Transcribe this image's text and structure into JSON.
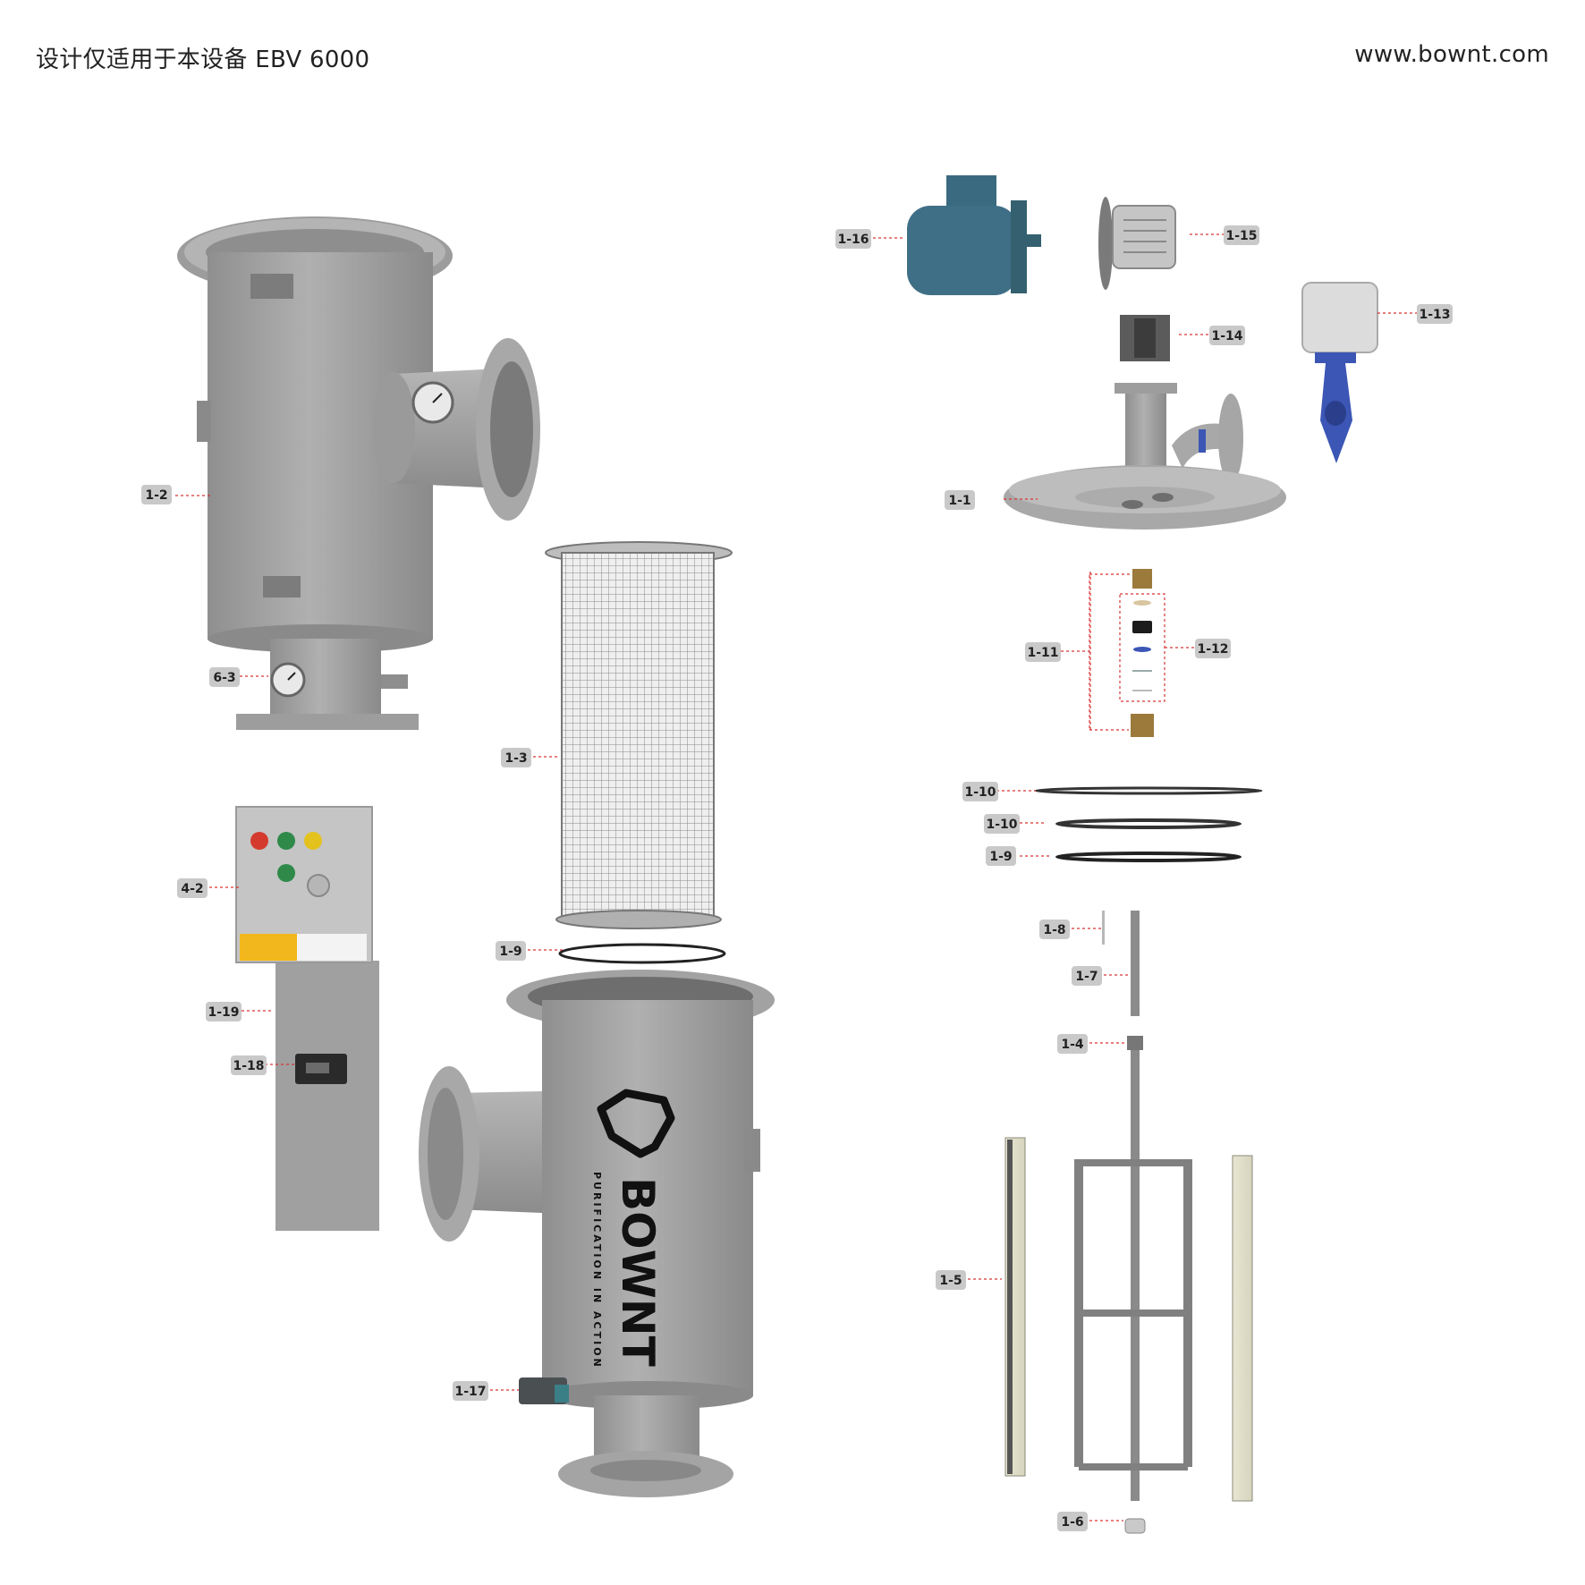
{
  "header": {
    "title_cn": "设计仅适用于本设备 EBV 6000",
    "website": "www.bownt.com"
  },
  "brand": {
    "name": "BOWNT",
    "slogan": "PURIFICATION IN ACTION",
    "color_brand": "#f2b71c"
  },
  "callouts": {
    "c_1_1": "1-1",
    "c_1_2": "1-2",
    "c_1_3": "1-3",
    "c_1_4": "1-4",
    "c_1_5": "1-5",
    "c_1_6": "1-6",
    "c_1_7": "1-7",
    "c_1_8": "1-8",
    "c_1_9_a": "1-9",
    "c_1_9_b": "1-9",
    "c_1_10_a": "1-10",
    "c_1_10_b": "1-10",
    "c_1_11": "1-11",
    "c_1_12": "1-12",
    "c_1_13": "1-13",
    "c_1_14": "1-14",
    "c_1_15": "1-15",
    "c_1_16": "1-16",
    "c_1_17": "1-17",
    "c_1_18": "1-18",
    "c_1_19": "1-19",
    "c_4_2": "4-2",
    "c_6_3": "6-3"
  },
  "colors": {
    "steel": "#a2a2a2",
    "steel_dark": "#858585",
    "steel_light": "#bdbdbd",
    "motor_blue": "#3f6f86",
    "valve_blue": "#3c56b5",
    "brass": "#9b7a3c",
    "leader_red": "#d93434",
    "tag_gray": "#c9c9c9"
  }
}
